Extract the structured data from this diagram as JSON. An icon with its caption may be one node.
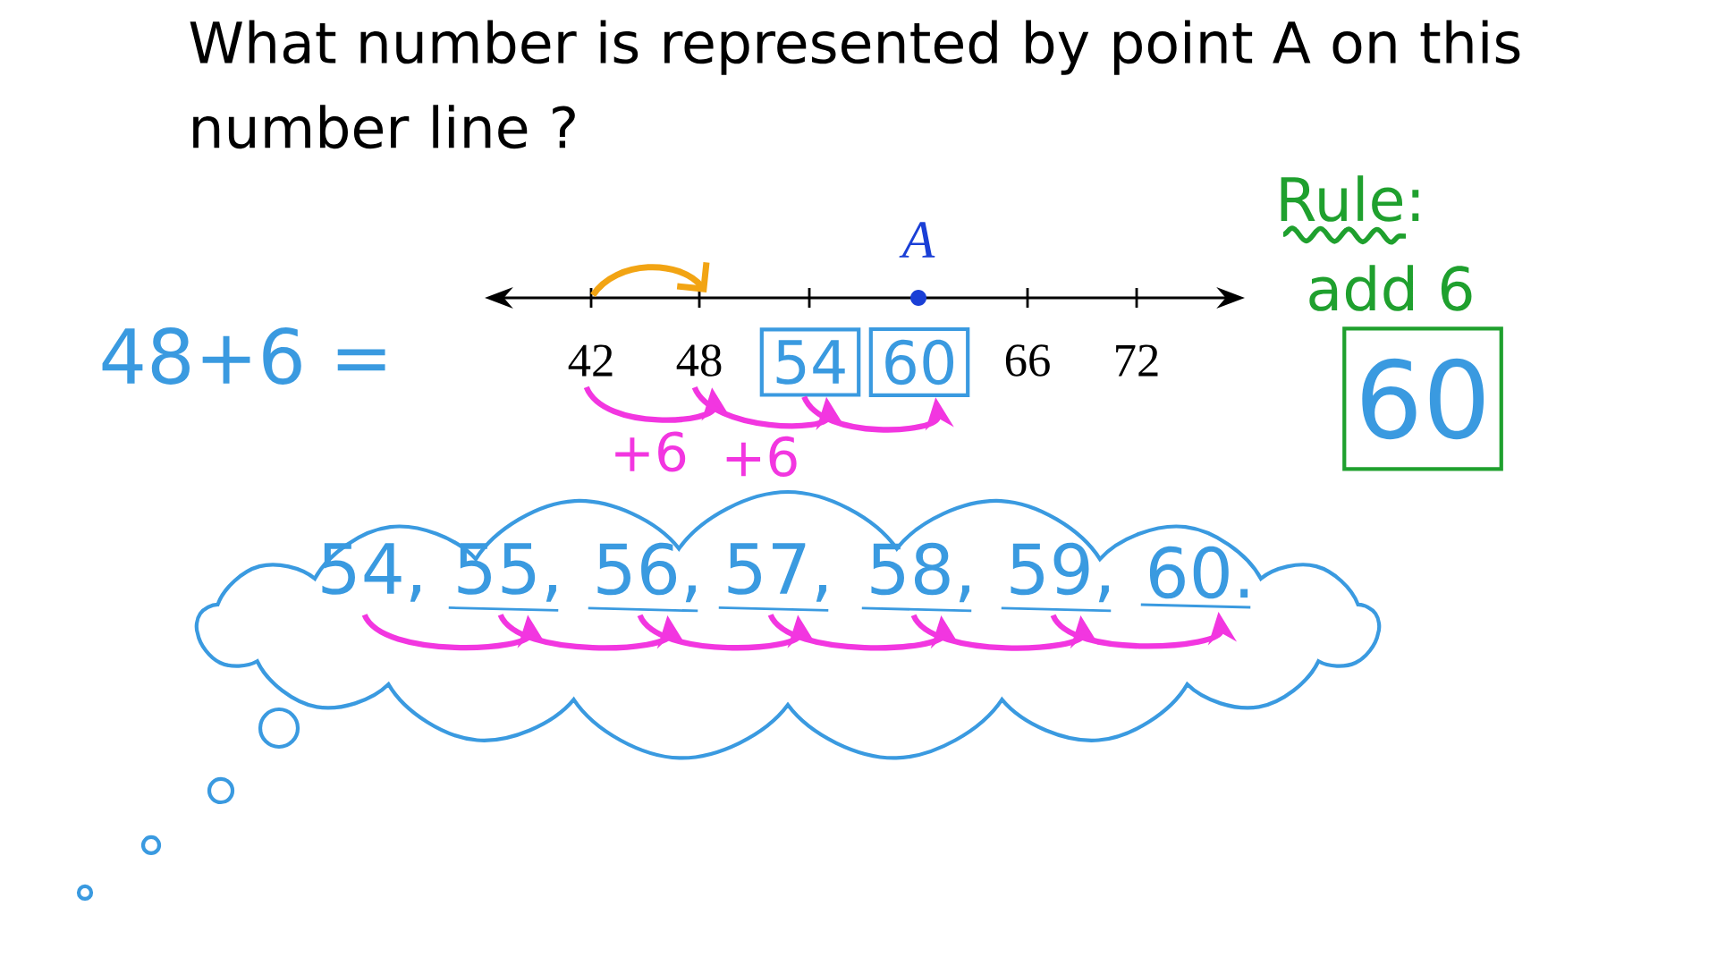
{
  "diagram": {
    "title": "What number is represented by point A on this number line ?",
    "nodes": [
      {
        "text": [
          "42"
        ]
      },
      {
        "text": [
          "48"
        ]
      },
      {
        "text": [
          "54"
        ]
      },
      {
        "text": [
          "60"
        ]
      },
      {
        "text": [
          "60"
        ]
      },
      {
        "text": [],
        "shape": "cloud"
      },
      {
        "text": [
          "54,"
        ],
        "in": 5
      },
      {
        "text": [
          "55,"
        ],
        "in": 5
      },
      {
        "text": [
          "56,"
        ],
        "in": 5
      },
      {
        "text": [
          "57,"
        ],
        "in": 5
      },
      {
        "text": [
          "58,"
        ],
        "in": 5
      },
      {
        "text": [
          "59,"
        ],
        "in": 5
      },
      {
        "text": [
          "60."
        ],
        "in": 5
      }
    ],
    "edges": [
      {
        "from": 0,
        "to": 1,
        "arrow": "to",
        "label": "+6"
      },
      {
        "from": 1,
        "to": 2,
        "arrow": "to",
        "label": "+6"
      },
      {
        "from": 2,
        "to": 3,
        "arrow": "to"
      },
      {
        "from": 6,
        "to": 7,
        "arrow": "to"
      },
      {
        "from": 7,
        "to": 8,
        "arrow": "to"
      },
      {
        "from": 8,
        "to": 9,
        "arrow": "to"
      },
      {
        "from": 9,
        "to": 10,
        "arrow": "to"
      },
      {
        "from": 10,
        "to": 11,
        "arrow": "to"
      },
      {
        "from": 11,
        "to": 12,
        "arrow": "to"
      }
    ],
    "labels": [
      "A",
      "48+6 =",
      "66",
      "72",
      "Rule:",
      "add 6"
    ]
  }
}
